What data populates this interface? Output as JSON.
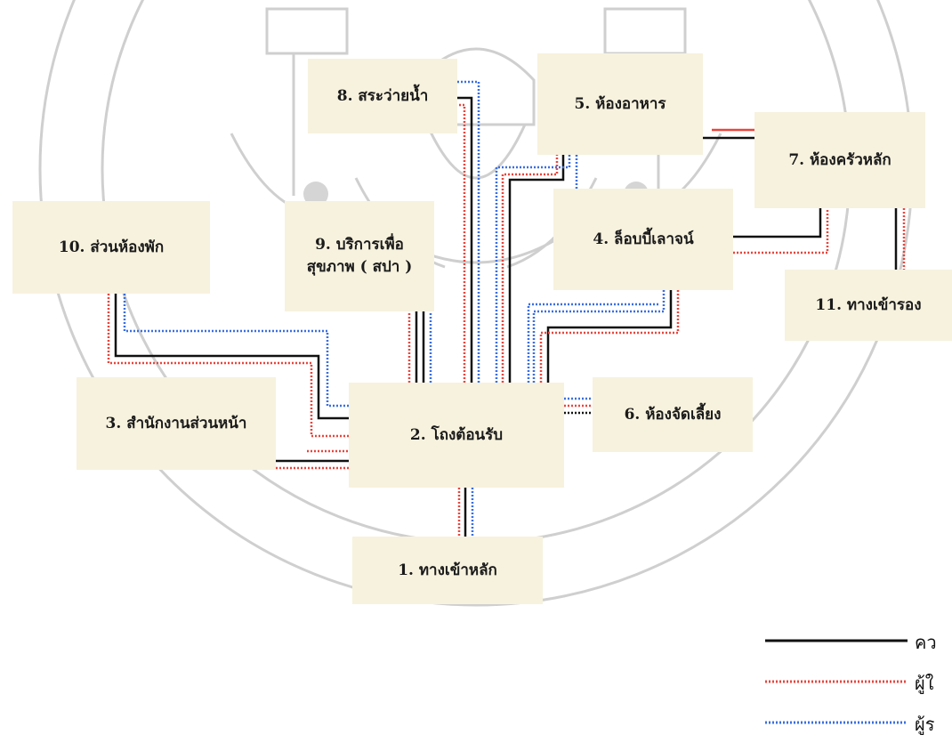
{
  "rooms": {
    "r1": "1. ทางเข้าหลัก",
    "r2": "2. โถงต้อนรับ",
    "r3": "3. สำนักงานส่วนหน้า",
    "r4": "4. ล็อบบี้เลาจน์",
    "r5": "5. ห้องอาหาร",
    "r6": "6. ห้องจัดเลี้ยง",
    "r7": "7. ห้องครัวหลัก",
    "r8": "8. สระว่ายน้ำ",
    "r9a": "9. บริการเพื่อ",
    "r9b": "สุขภาพ ( สปา )",
    "r10": "10. ส่วนห้องพัก",
    "r11": "11. ทางเข้ารอง"
  },
  "legend": {
    "solid": "คว",
    "red": "ผู้ใ",
    "blue": "ผู้ร"
  },
  "colors": {
    "solid": "#111111",
    "red": "#e8453c",
    "blue": "#3a6fe0",
    "box": "#f7f2de",
    "seal": "#c9c9c9"
  }
}
